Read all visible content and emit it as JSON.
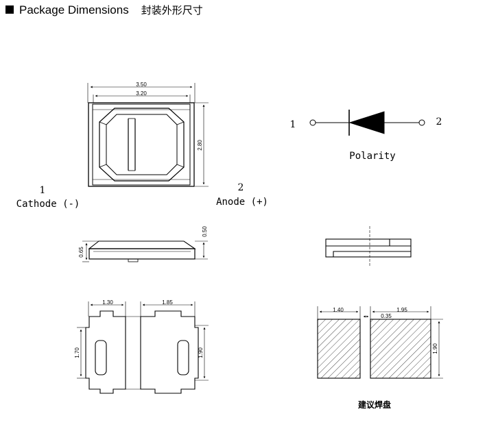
{
  "header": {
    "title": "Package Dimensions",
    "title_zh": "封装外形尺寸"
  },
  "top_view": {
    "dim_width_outer": "3.50",
    "dim_width_inner": "3.20",
    "dim_height": "2.80",
    "pin1_number": "1",
    "pin1_label": "Cathode (-)",
    "pin2_number": "2",
    "pin2_label": "Anode (+)"
  },
  "polarity": {
    "pin1": "1",
    "pin2": "2",
    "label": "Polarity"
  },
  "side_view": {
    "dim_total_height": "0.65",
    "dim_body_height": "0.50"
  },
  "bottom_view": {
    "dim_left_pad": "1.30",
    "dim_right_pad": "1.85",
    "dim_left_height": "1.70",
    "dim_right_height": "1.90"
  },
  "solder_pads": {
    "dim_left_pad": "1.40",
    "dim_right_pad": "1.95",
    "dim_gap": "0.35",
    "dim_height": "1.90",
    "label": "建议焊盘"
  }
}
